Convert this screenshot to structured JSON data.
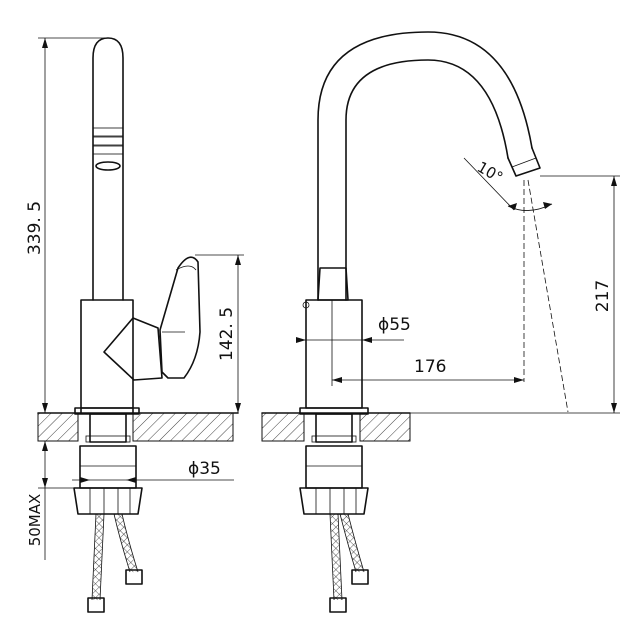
{
  "drawing": {
    "dimensions": {
      "total_height": "339. 5",
      "handle_height": "142. 5",
      "hose_max": "50MAX",
      "shank_dia": "ϕ35",
      "base_dia": "ϕ55",
      "reach": "176",
      "spout_height": "217",
      "tilt_angle": "10°"
    }
  }
}
